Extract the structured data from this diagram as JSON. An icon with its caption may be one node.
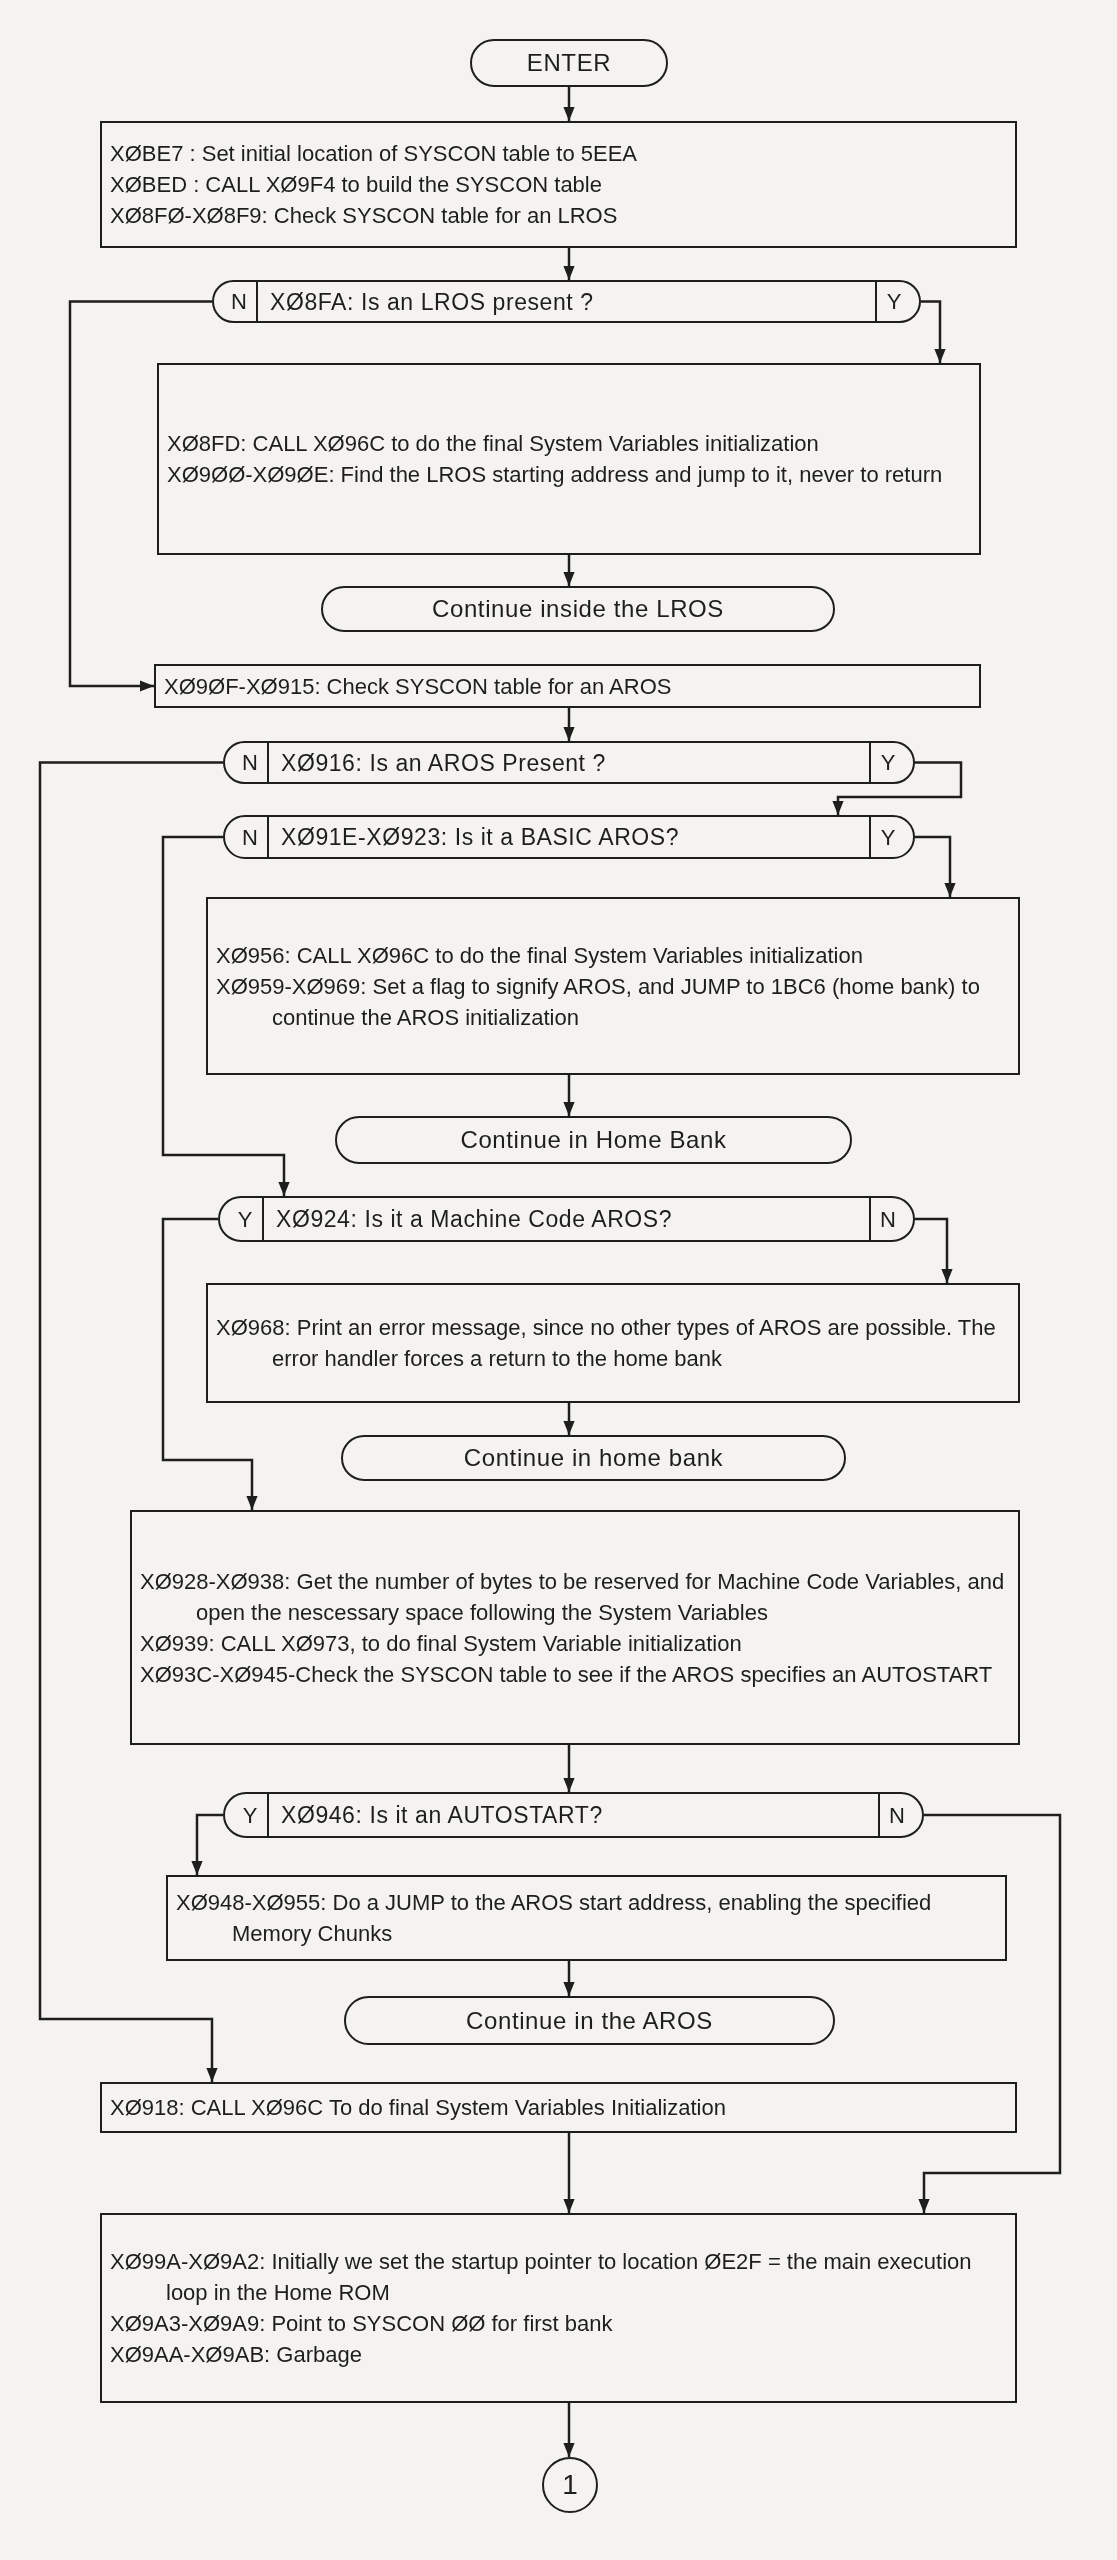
{
  "diagram": {
    "nodes": [
      {
        "text": [
          "ENTER"
        ]
      },
      {
        "text": [
          "XØBE7 : Set initial location of SYSCON table to 5EEA",
          "XØBED : CALL XØ9F4 to build the SYSCON table",
          "XØ8FØ-XØ8F9: Check SYSCON table for an LROS"
        ]
      },
      {
        "text": [
          "N",
          "XØ8FA: Is an LROS present ?",
          "Y"
        ]
      },
      {
        "text": [
          "XØ8FD: CALL XØ96C to do the final System Variables initialization",
          "XØ9ØØ-XØ9ØE: Find the LROS starting address and jump to it, never to return"
        ]
      },
      {
        "text": [
          "Continue inside the LROS"
        ]
      },
      {
        "text": [
          "XØ9ØF-XØ915: Check SYSCON table for an AROS"
        ]
      },
      {
        "text": [
          "N",
          "XØ916: Is an AROS Present ?",
          "Y"
        ]
      },
      {
        "text": [
          "N",
          "XØ91E-XØ923: Is it a BASIC AROS?",
          "Y"
        ]
      },
      {
        "text": [
          "XØ956: CALL XØ96C to do the final System Variables initialization",
          "XØ959-XØ969: Set a flag to signify AROS, and JUMP to 1BC6 (home bank) to continue the AROS initialization"
        ]
      },
      {
        "text": [
          "Continue in Home Bank"
        ]
      },
      {
        "text": [
          "Y",
          "XØ924: Is it a Machine Code AROS?",
          "N"
        ]
      },
      {
        "text": [
          "XØ968: Print an error message, since no other types of AROS are possible. The error handler forces a return to the home bank"
        ]
      },
      {
        "text": [
          "Continue in home bank"
        ]
      },
      {
        "text": [
          "XØ928-XØ938: Get the number of bytes to be reserved for Machine Code Variables, and open the nescessary space following the System Variables",
          "XØ939: CALL XØ973, to do final System Variable initialization",
          "XØ93C-XØ945-Check the SYSCON table to see if the AROS specifies an AUTOSTART"
        ]
      },
      {
        "text": [
          "Y",
          "XØ946: Is it an AUTOSTART?",
          "N"
        ]
      },
      {
        "text": [
          "XØ948-XØ955: Do a JUMP to the AROS start address, enabling the specified Memory Chunks"
        ]
      },
      {
        "text": [
          "Continue in the AROS"
        ]
      },
      {
        "text": [
          "XØ918: CALL XØ96C To do final System Variables Initialization"
        ]
      },
      {
        "text": [
          "XØ99A-XØ9A2: Initially we set the startup pointer to location ØE2F = the main execution loop in the Home ROM",
          "XØ9A3-XØ9A9: Point to SYSCON ØØ for first bank",
          "XØ9AA-XØ9AB: Garbage"
        ]
      },
      {
        "text": [
          "1"
        ]
      }
    ],
    "edges": [
      {
        "from": 0,
        "to": 1,
        "arrow": "to"
      },
      {
        "from": 1,
        "to": 2,
        "arrow": "to"
      },
      {
        "from": 2,
        "to": 5,
        "arrow": "to"
      },
      {
        "from": 2,
        "to": 3,
        "arrow": "to"
      },
      {
        "from": 3,
        "to": 4,
        "arrow": "to"
      },
      {
        "from": 5,
        "to": 6,
        "arrow": "to"
      },
      {
        "from": 6,
        "to": 17,
        "arrow": "to"
      },
      {
        "from": 6,
        "to": 7,
        "arrow": "to"
      },
      {
        "from": 7,
        "to": 10,
        "arrow": "to"
      },
      {
        "from": 7,
        "to": 8,
        "arrow": "to"
      },
      {
        "from": 8,
        "to": 9,
        "arrow": "to"
      },
      {
        "from": 10,
        "to": 13,
        "arrow": "to"
      },
      {
        "from": 10,
        "to": 11,
        "arrow": "to"
      },
      {
        "from": 11,
        "to": 12,
        "arrow": "to"
      },
      {
        "from": 13,
        "to": 14,
        "arrow": "to"
      },
      {
        "from": 14,
        "to": 15,
        "arrow": "to"
      },
      {
        "from": 14,
        "to": 18,
        "arrow": "to"
      },
      {
        "from": 15,
        "to": 16,
        "arrow": "to"
      },
      {
        "from": 17,
        "to": 18,
        "arrow": "to"
      },
      {
        "from": 18,
        "to": 19,
        "arrow": "to"
      }
    ]
  }
}
